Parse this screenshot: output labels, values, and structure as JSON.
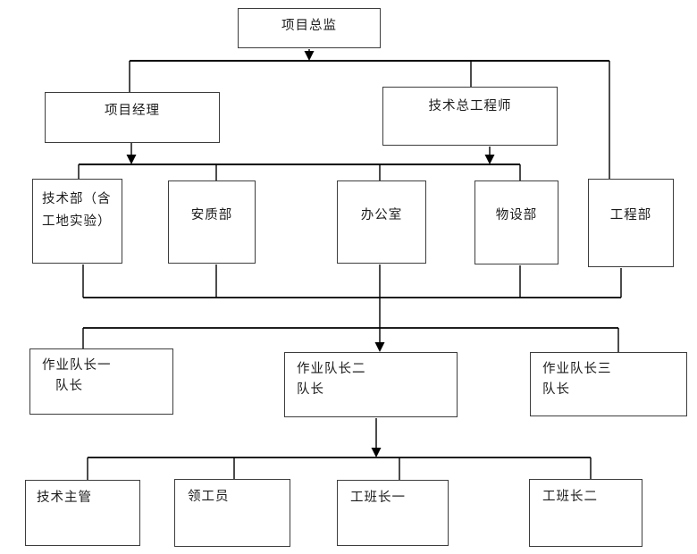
{
  "diagram": {
    "type": "org-chart",
    "colors": {
      "background": "#ffffff",
      "line": "#000000",
      "box_border": "#3d3d3d",
      "text": "#1c1c1c"
    },
    "nodes": {
      "director": {
        "label": "项目总监"
      },
      "project_manager": {
        "label": "项目经理"
      },
      "chief_engineer": {
        "label": "技术总工程师"
      },
      "tech_dept": {
        "line1": "技术部（含",
        "line2": "工地实验）"
      },
      "quality_dept": {
        "label": "安质部"
      },
      "office": {
        "label": "办公室"
      },
      "materials_dept": {
        "label": "物设部"
      },
      "engineering_dept": {
        "label": "工程部"
      },
      "crew_leader_1": {
        "line1": "作业队长一",
        "line2": "队长"
      },
      "crew_leader_2": {
        "line1": "作业队长二",
        "line2": "队长"
      },
      "crew_leader_3": {
        "line1": "作业队长三",
        "line2": "队长"
      },
      "tech_supervisor": {
        "label": "技术主管"
      },
      "foreman": {
        "label": "领工员"
      },
      "shift_leader_1": {
        "label": "工班长一"
      },
      "shift_leader_2": {
        "label": "工班长二"
      }
    }
  }
}
